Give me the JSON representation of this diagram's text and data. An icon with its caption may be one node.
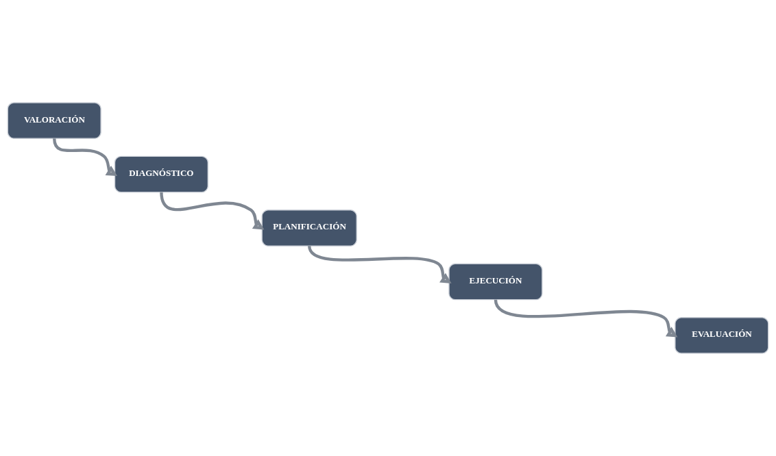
{
  "diagram": {
    "nodes": [
      {
        "text": [
          "VALORACIÓN"
        ]
      },
      {
        "text": [
          "DIAGNÓSTICO"
        ]
      },
      {
        "text": [
          "PLANIFICACIÓN"
        ]
      },
      {
        "text": [
          "EJECUCIÓN"
        ]
      },
      {
        "text": [
          "EVALUACIÓN"
        ]
      }
    ],
    "edges": [
      {
        "from": 0,
        "to": 1,
        "arrow": "to"
      },
      {
        "from": 1,
        "to": 2,
        "arrow": "to"
      },
      {
        "from": 2,
        "to": 3,
        "arrow": "to"
      },
      {
        "from": 3,
        "to": 4,
        "arrow": "to"
      }
    ]
  }
}
